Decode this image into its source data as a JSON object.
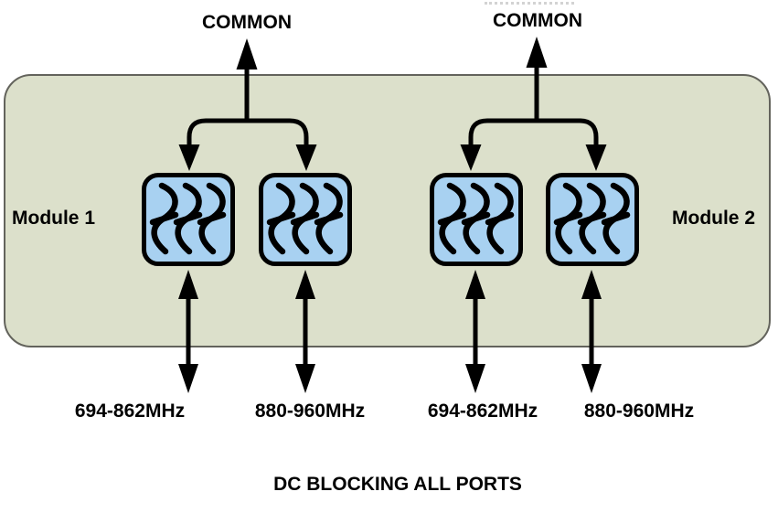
{
  "labels": {
    "common": [
      "COMMON",
      "COMMON"
    ],
    "modules": [
      "Module 1",
      "Module 2"
    ],
    "ports": [
      "694-862MHz",
      "880-960MHz",
      "694-862MHz",
      "880-960MHz"
    ],
    "caption": "DC BLOCKING ALL PORTS"
  },
  "icons": {
    "filter": "rf-filter-squiggle-icon",
    "common_arrow": "up-arrow-icon",
    "port_arrow": "double-headed-arrow-icon"
  },
  "colors": {
    "panel_fill": "#dce0cb",
    "panel_border": "#63635c",
    "filter_fill": "#a8d1f1",
    "filter_border": "#000000",
    "line": "#000000",
    "text": "#000000",
    "background": "#ffffff"
  }
}
